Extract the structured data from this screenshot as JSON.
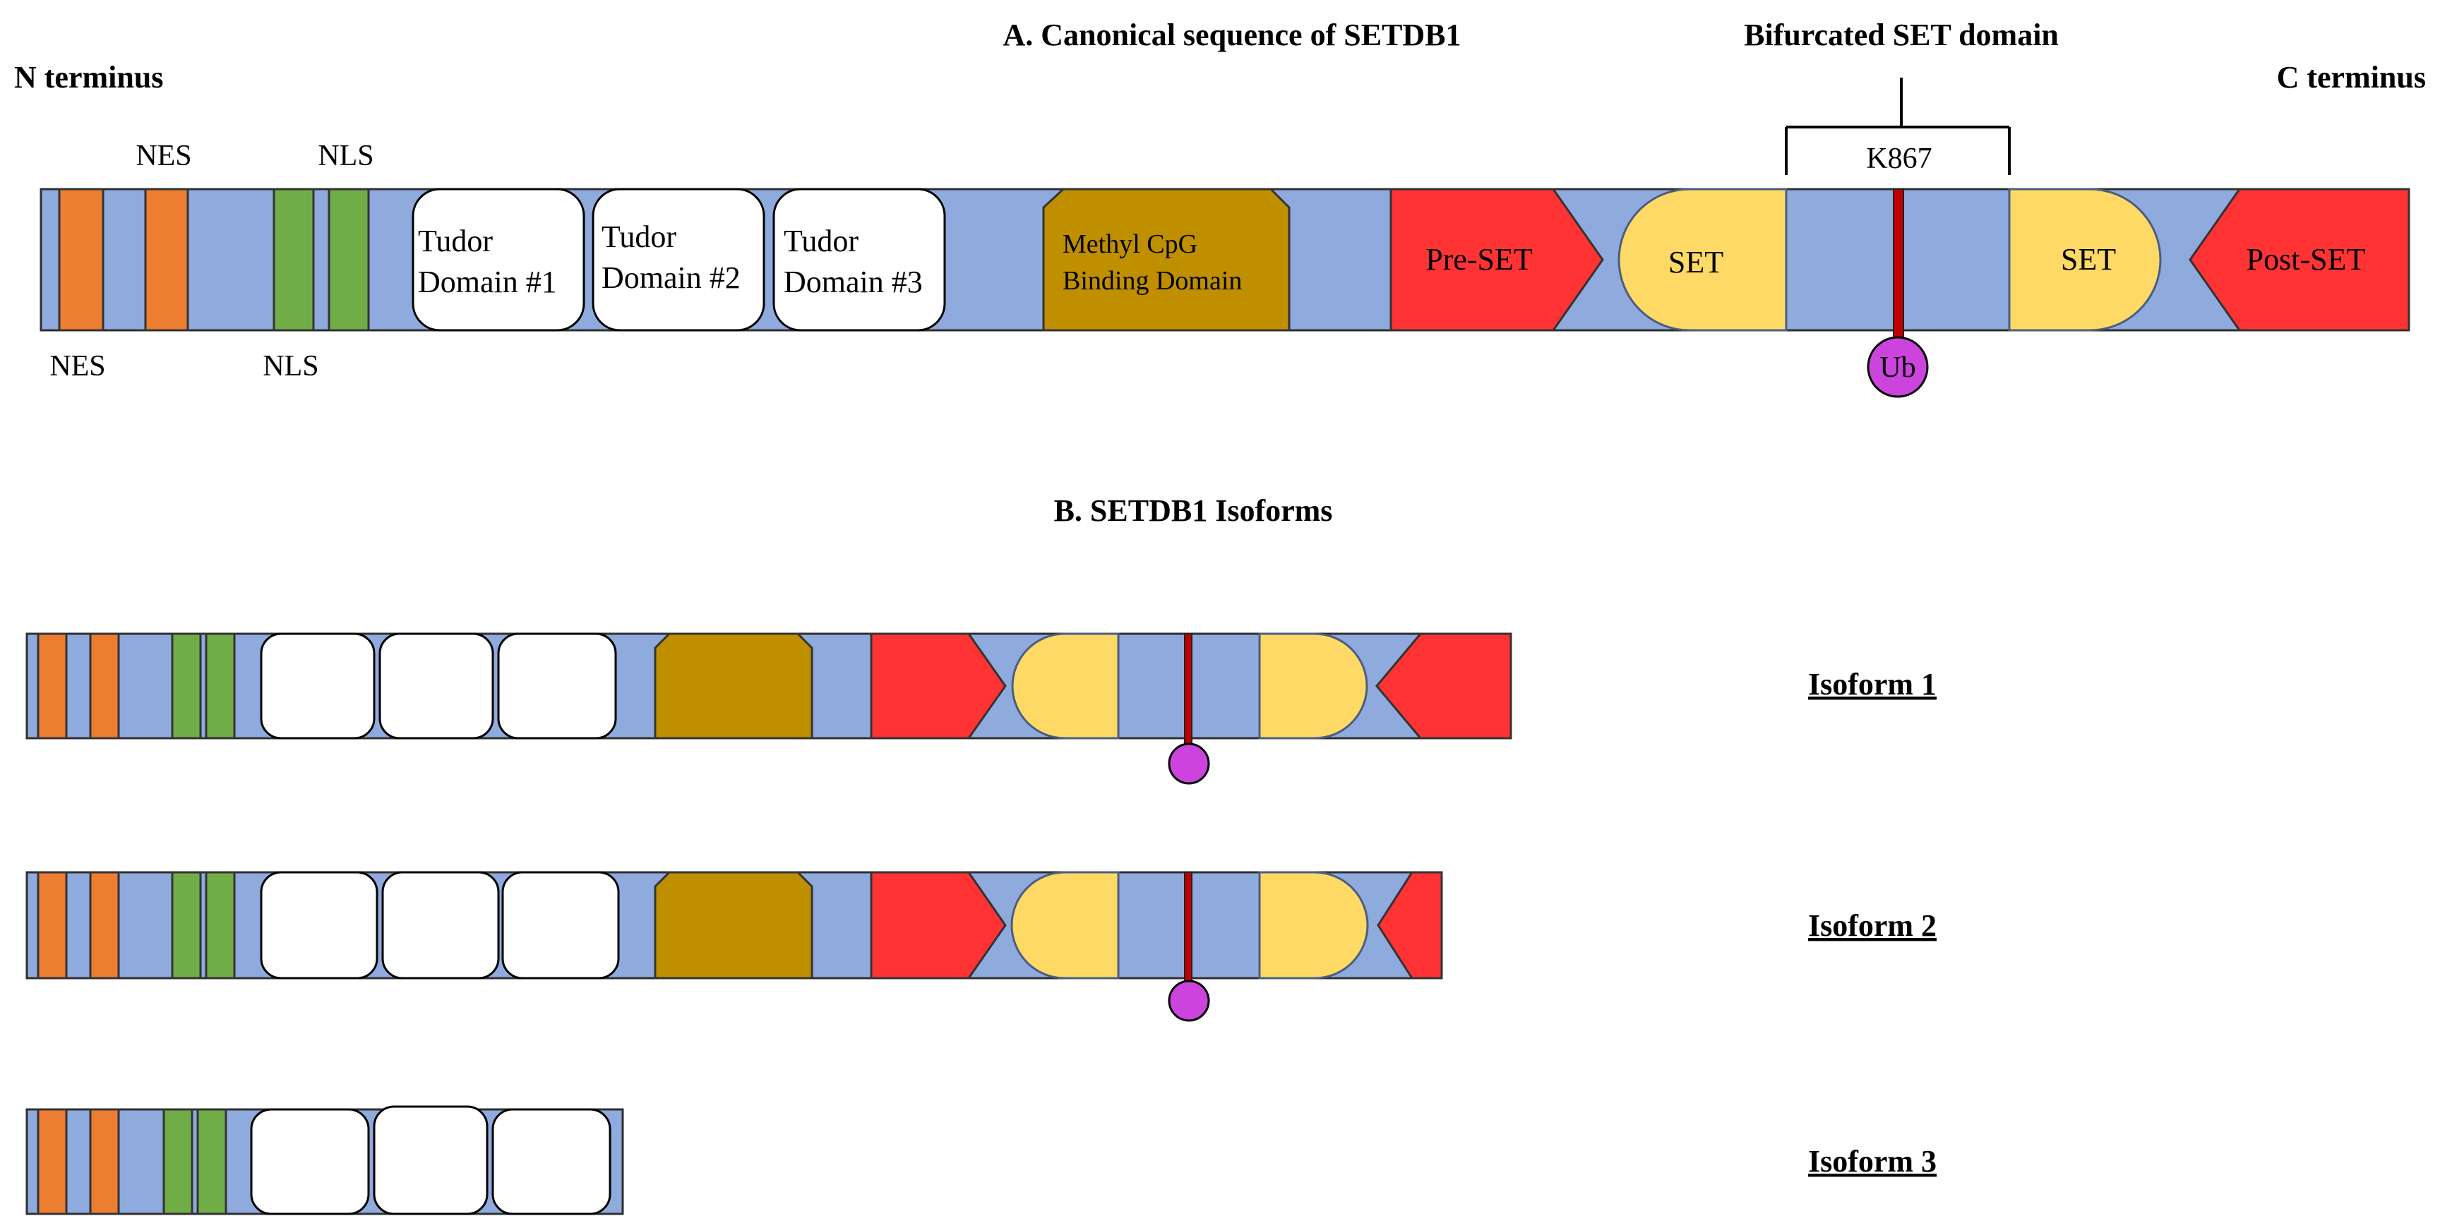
{
  "titles": {
    "panel_a": "A. Canonical sequence of SETDB1",
    "panel_b": "B. SETDB1 Isoforms",
    "n_terminus": "N terminus",
    "c_terminus": "C terminus",
    "bifurcated": "Bifurcated SET domain",
    "k867": "K867"
  },
  "labels": {
    "nes": "NES",
    "nls": "NLS",
    "tudor1_line1": "Tudor",
    "tudor1_line2": "Domain #1",
    "tudor2_line1": "Tudor",
    "tudor2_line2": "Domain #2",
    "tudor3_line1": "Tudor",
    "tudor3_line2": "Domain #3",
    "mbd_line1": "Methyl CpG",
    "mbd_line2": "Binding Domain",
    "pre_set": "Pre-SET",
    "set": "SET",
    "post_set": "Post-SET",
    "ub": "Ub"
  },
  "isoforms": [
    {
      "label": "Isoform 1"
    },
    {
      "label": "Isoform 2"
    },
    {
      "label": "Isoform 3"
    }
  ],
  "colors": {
    "backbone": "#8faadc",
    "nes": "#ed7d31",
    "nls": "#70ad47",
    "tudor": "#ffffff",
    "mbd": "#bf8f00",
    "pre_post_set": "#ff3333",
    "set": "#ffd966",
    "lysine": "#c00000",
    "ubiquitin": "#cc44dd"
  }
}
